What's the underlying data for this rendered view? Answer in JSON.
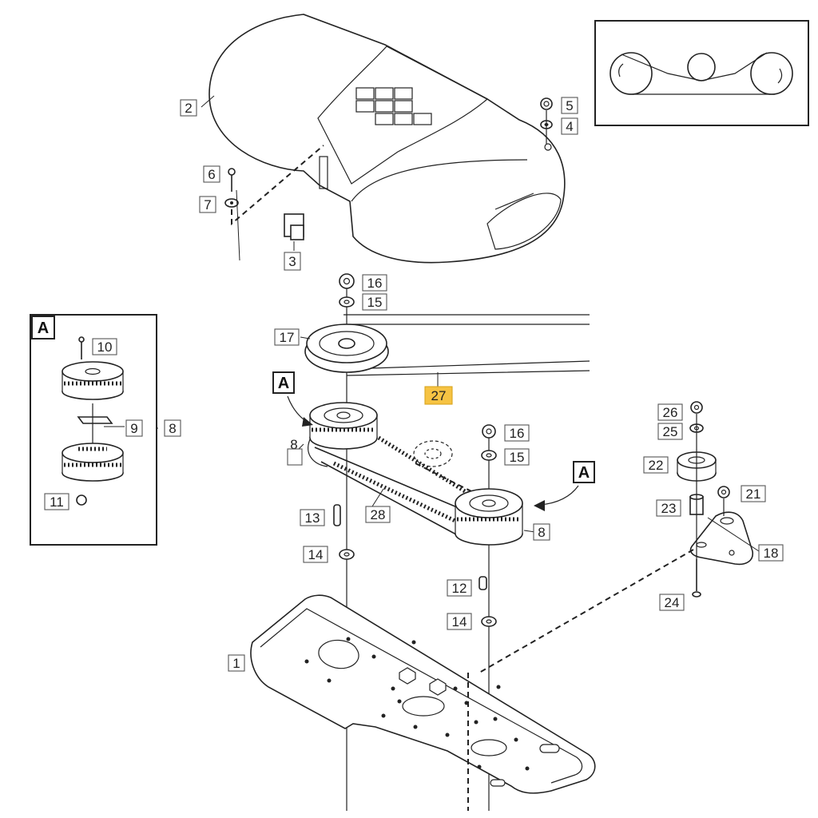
{
  "diagram": {
    "callouts": [
      {
        "id": "c1",
        "label": "1"
      },
      {
        "id": "c2",
        "label": "2"
      },
      {
        "id": "c3",
        "label": "3"
      },
      {
        "id": "c4",
        "label": "4"
      },
      {
        "id": "c5",
        "label": "5"
      },
      {
        "id": "c6",
        "label": "6"
      },
      {
        "id": "c7",
        "label": "7"
      },
      {
        "id": "c8a",
        "label": "8"
      },
      {
        "id": "c8b",
        "label": "8"
      },
      {
        "id": "c8c",
        "label": "8"
      },
      {
        "id": "c9",
        "label": "9"
      },
      {
        "id": "c10",
        "label": "10"
      },
      {
        "id": "c11",
        "label": "11"
      },
      {
        "id": "c12",
        "label": "12"
      },
      {
        "id": "c13",
        "label": "13"
      },
      {
        "id": "c14a",
        "label": "14"
      },
      {
        "id": "c14b",
        "label": "14"
      },
      {
        "id": "c15a",
        "label": "15"
      },
      {
        "id": "c15b",
        "label": "15"
      },
      {
        "id": "c16a",
        "label": "16"
      },
      {
        "id": "c16b",
        "label": "16"
      },
      {
        "id": "c17",
        "label": "17"
      },
      {
        "id": "c18",
        "label": "18"
      },
      {
        "id": "c21",
        "label": "21"
      },
      {
        "id": "c22",
        "label": "22"
      },
      {
        "id": "c23",
        "label": "23"
      },
      {
        "id": "c24",
        "label": "24"
      },
      {
        "id": "c25",
        "label": "25"
      },
      {
        "id": "c26",
        "label": "26"
      },
      {
        "id": "c27",
        "label": "27",
        "highlighted": true
      },
      {
        "id": "c28",
        "label": "28"
      }
    ],
    "inset_labels": {
      "detail_letter": "A",
      "arrow_left": "A",
      "arrow_right": "A"
    },
    "colors": {
      "highlight": "#f6c343",
      "line": "#222222",
      "background": "#ffffff"
    }
  }
}
